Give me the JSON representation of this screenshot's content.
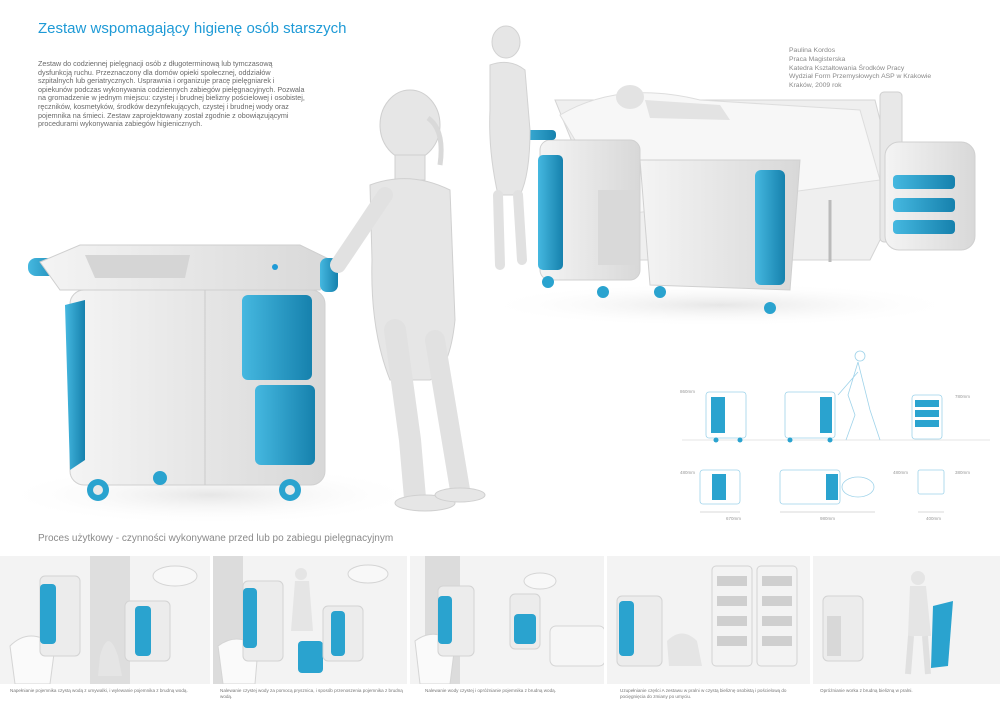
{
  "header": {
    "title": "Zestaw wspomagający higienę osób starszych"
  },
  "description": "Zestaw do codziennej pielęgnacji osób z długoterminową lub tymczasową dysfunkcją ruchu. Przeznaczony dla domów opieki społecznej, oddziałów szpitalnych lub geriatrycznych. Usprawnia i organizuje pracę pielęgniarek i opiekunów podczas wykonywania codziennych zabiegów pielęgnacyjnych. Pozwala na gromadzenie w jednym miejscu: czystej i brudnej bielizny pościelowej i osobistej, ręczników, kosmetyków, środków dezynfekujących, czystej i brudnej wody oraz pojemnika na śmieci. Zestaw zaprojektowany został zgodnie z obowiązującymi procedurami wykonywania zabiegów higienicznych.",
  "author": {
    "name": "Paulina Kordos",
    "work": "Praca Magisterska",
    "department": "Katedra Kształtowania Środków Pracy",
    "faculty": "Wydział Form Przemysłowych ASP w Krakowie",
    "place_year": "Kraków, 2009 rok"
  },
  "dimensions": {
    "side_height": "860mm",
    "front_height": "780mm",
    "top_depth_left": "480mm",
    "top_depth_mid": "480mm",
    "top_depth_right": "380mm",
    "width_left": "670mm",
    "width_mid": "980mm",
    "width_right": "400mm"
  },
  "process": {
    "title": "Proces użytkowy - czynności wykonywane przed lub po zabiegu pielęgnacyjnym",
    "steps": [
      {
        "caption": "Napełnianie pojemnika czystą wodą z umywalki, i wylewanie pojemnika z brudną wodą."
      },
      {
        "caption": "Nalewanie czystej wody za pomocą prysznica, i sposób przenoszenia pojemnika z brudną wodą."
      },
      {
        "caption": "Nalewanie wody czystej i opróżnianie pojemnika z brudną wodą."
      },
      {
        "caption": "Uzupełnianie części A zestawu w pralni w czystą bieliznę osobistą i pościelową do pocięgnięcia do zmiany po umyciu."
      },
      {
        "caption": "Opróżnianie worka z brudną bielizną w pralni."
      }
    ]
  },
  "colors": {
    "accent": "#1e9ad6",
    "cart_blue": "#2aa3cf",
    "cart_white": "#e9e9e9",
    "figure": "#e4e4e4"
  }
}
